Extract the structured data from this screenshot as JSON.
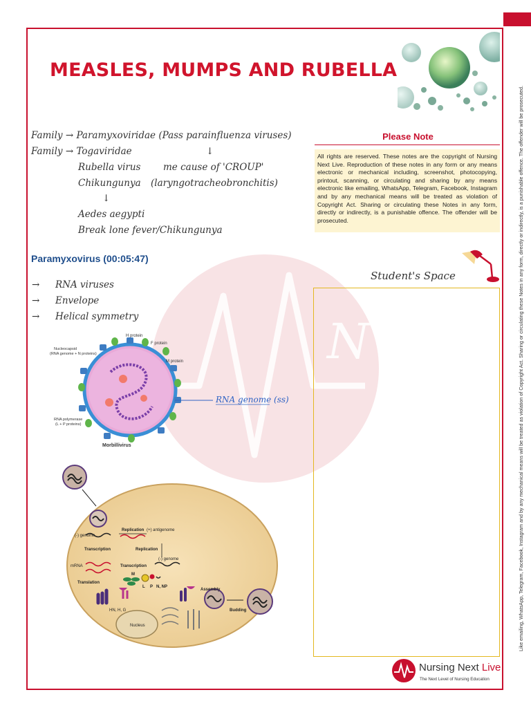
{
  "page": {
    "title": "MEASLES, MUMPS AND RUBELLA",
    "side_notice": "Like emailing, WhatsApp, Telegram, Facebook, Instagram and by any mechanical means will be treated as violation of Copyright Act. Sharing or circulating these Notes in any form, directly or indirectly, is a punishable offence. The offender will be prosecuted."
  },
  "notes": {
    "line1": "Family → Paramyxoviridae (Pass parainfluenza viruses)",
    "line2a": "Family → Togaviridae",
    "line2b": "↓",
    "line3a": "Rubella virus",
    "line3b": "me cause of 'CROUP'",
    "line4a": "Chikungunya",
    "line4b": "(laryngotracheobronchitis)",
    "line5": "↓",
    "line6": "Aedes aegypti",
    "line7": "Break lone fever/Chikungunya"
  },
  "please_note": {
    "title": "Please Note",
    "body": "All rights are reserved. These notes are the copyright of Nursing Next Live. Reproduction of these notes in any form or any means electronic or mechanical including, screenshot, photocopying, printout, scanning, or circulating and sharing by any means electronic like emailing, WhatsApp, Telegram, Facebook, Instagram and by any mechanical means will be treated as violation of Copyright Act. Sharing or circulating these Notes in any form, directly or indirectly, is a punishable offence. The offender will be prosecuted."
  },
  "section": {
    "title": "Paramyxovirus (00:05:47)",
    "bullets": [
      "RNA viruses",
      "Envelope",
      "Helical symmetry"
    ],
    "arrow": "→"
  },
  "students_space": {
    "label": "Student's Space"
  },
  "virus_diagram": {
    "h_protein": "H protein",
    "f_protein": "F protein",
    "m_protein": "M protein",
    "nucleocapsid": "Nucleocapsid",
    "nucleocapsid_sub": "(RNA genome + N proteins)",
    "rna_polymerase": "RNA polymerase",
    "rna_polymerase_sub": "(L + P proteins)",
    "caption": "Morbillivirus",
    "annotation": "RNA genome (ss)"
  },
  "cycle_diagram": {
    "neg_genome": "(-) genome",
    "replication": "Replication",
    "antigenome": "(+) antigenome",
    "replication2": "Replication",
    "neg_genome2": "(-) genome",
    "transcription": "Transcription",
    "mrna": "mRNA",
    "transcription2": "Transcription",
    "translation": "Translation",
    "m": "M",
    "l": "L",
    "p": "P",
    "n_np": "N, NP",
    "hn_h_g": "HN, H, G",
    "assembly": "Assembly",
    "nucleus": "Nucleus",
    "budding": "Budding"
  },
  "logo": {
    "name_main": "Nursing Next ",
    "name_live": "Live",
    "tagline": "The Next Level of Nursing Education"
  },
  "colors": {
    "brand_red": "#c8102e",
    "note_bg": "#fdf4d2",
    "box_border": "#e3b71f",
    "section_blue": "#1f4e8c"
  }
}
